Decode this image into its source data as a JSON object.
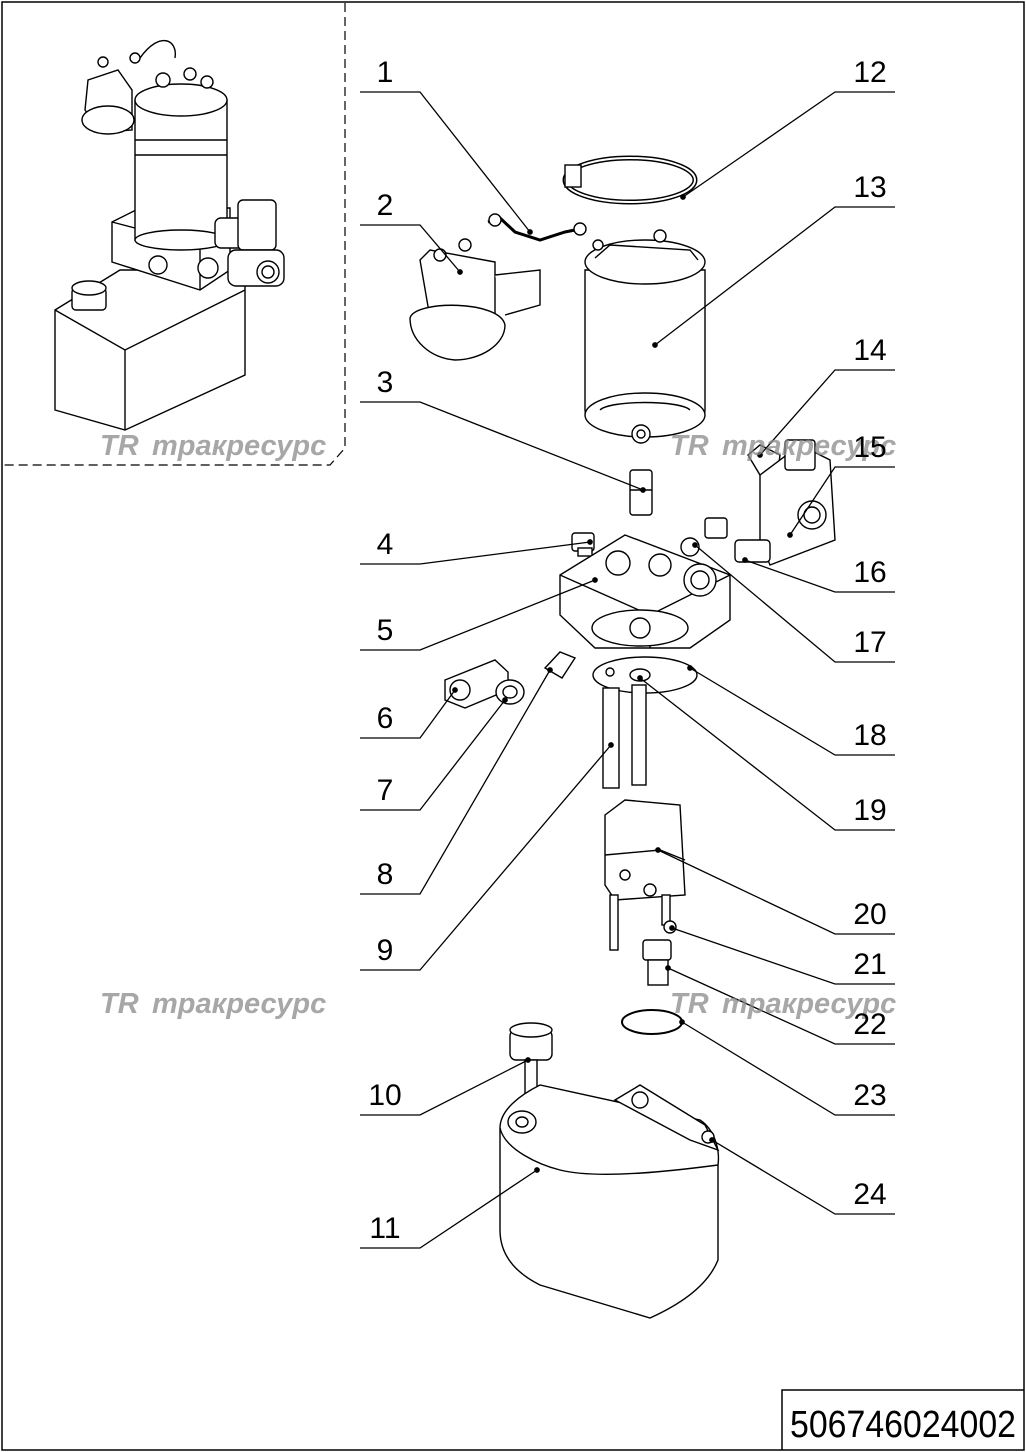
{
  "watermark": {
    "logo": "TR",
    "text": "тракресурс"
  },
  "callouts": [
    {
      "id": "1",
      "label": "1"
    },
    {
      "id": "2",
      "label": "2"
    },
    {
      "id": "3",
      "label": "3"
    },
    {
      "id": "4",
      "label": "4"
    },
    {
      "id": "5",
      "label": "5"
    },
    {
      "id": "6",
      "label": "6"
    },
    {
      "id": "7",
      "label": "7"
    },
    {
      "id": "8",
      "label": "8"
    },
    {
      "id": "9",
      "label": "9"
    },
    {
      "id": "10",
      "label": "10"
    },
    {
      "id": "11",
      "label": "11"
    },
    {
      "id": "12",
      "label": "12"
    },
    {
      "id": "13",
      "label": "13"
    },
    {
      "id": "14",
      "label": "14"
    },
    {
      "id": "15",
      "label": "15"
    },
    {
      "id": "16",
      "label": "16"
    },
    {
      "id": "17",
      "label": "17"
    },
    {
      "id": "18",
      "label": "18"
    },
    {
      "id": "19",
      "label": "19"
    },
    {
      "id": "20",
      "label": "20"
    },
    {
      "id": "21",
      "label": "21"
    },
    {
      "id": "22",
      "label": "22"
    },
    {
      "id": "23",
      "label": "23"
    },
    {
      "id": "24",
      "label": "24"
    }
  ],
  "document_number": "506746024002"
}
